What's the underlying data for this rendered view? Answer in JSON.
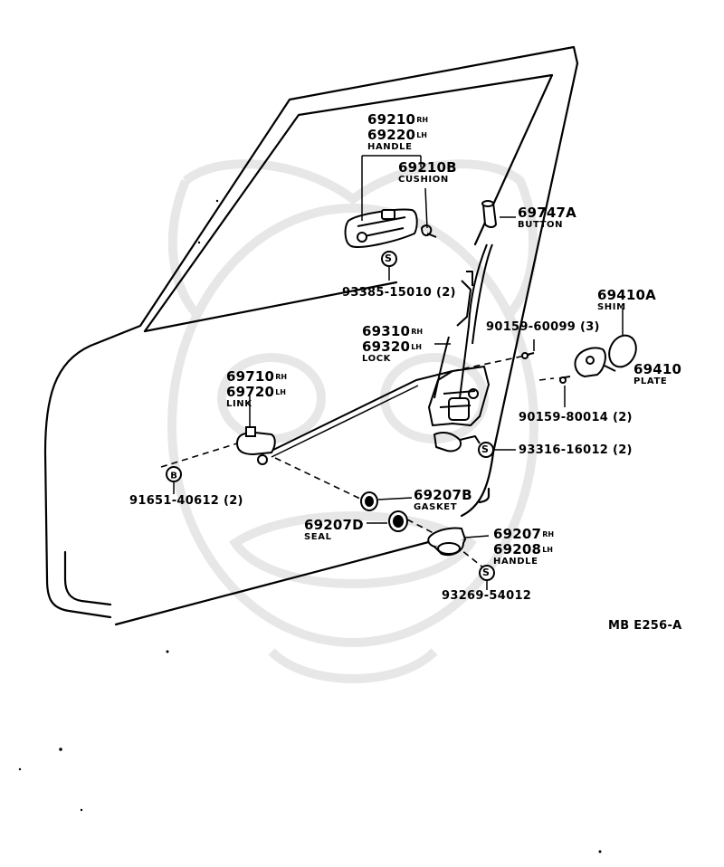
{
  "diagram_code": "MB E256-A",
  "side_marks": {
    "rh": "RH",
    "lh": "LH"
  },
  "parts": {
    "outside_handle": {
      "rh": "69210",
      "lh": "69220",
      "name": "HANDLE"
    },
    "cushion": {
      "number": "69210B",
      "name": "CUSHION"
    },
    "button": {
      "number": "69747A",
      "name": "BUTTON"
    },
    "handle_screw": {
      "number": "93385-15010 (2)",
      "symbol": "S"
    },
    "shim": {
      "number": "69410A",
      "name": "SHIM"
    },
    "lock": {
      "rh": "69310",
      "lh": "69320",
      "name": "LOCK"
    },
    "lock_bolt": {
      "number": "90159-60099 (3)"
    },
    "plate": {
      "number": "69410",
      "name": "PLATE"
    },
    "plate_bolt": {
      "number": "90159-80014 (2)"
    },
    "link": {
      "rh": "69710",
      "lh": "69720",
      "name": "LINK"
    },
    "lock_screw": {
      "number": "93316-16012 (2)",
      "symbol": "S"
    },
    "link_clip": {
      "number": "91651-40612 (2)",
      "symbol": "B"
    },
    "gasket": {
      "number": "69207B",
      "name": "GASKET"
    },
    "seal": {
      "number": "69207D",
      "name": "SEAL"
    },
    "inside_handle": {
      "rh": "69207",
      "lh": "69208",
      "name": "HANDLE"
    },
    "inside_handle_screw": {
      "number": "93269-54012",
      "symbol": "S"
    }
  }
}
